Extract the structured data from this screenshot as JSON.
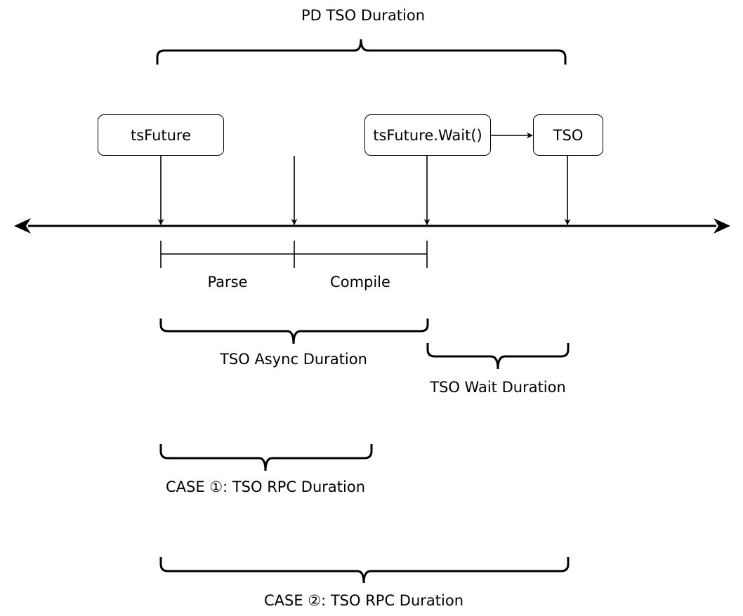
{
  "title": "PD TSO Duration",
  "boxes": {
    "ts_future": "tsFuture",
    "ts_future_wait": "tsFuture.Wait()",
    "tso": "TSO"
  },
  "segments": {
    "parse": "Parse",
    "compile": "Compile"
  },
  "durations": {
    "tso_async": "TSO Async Duration",
    "tso_wait": "TSO Wait Duration",
    "case1_rpc": "CASE ①: TSO RPC Duration",
    "case2_rpc": "CASE ②: TSO RPC Duration"
  }
}
